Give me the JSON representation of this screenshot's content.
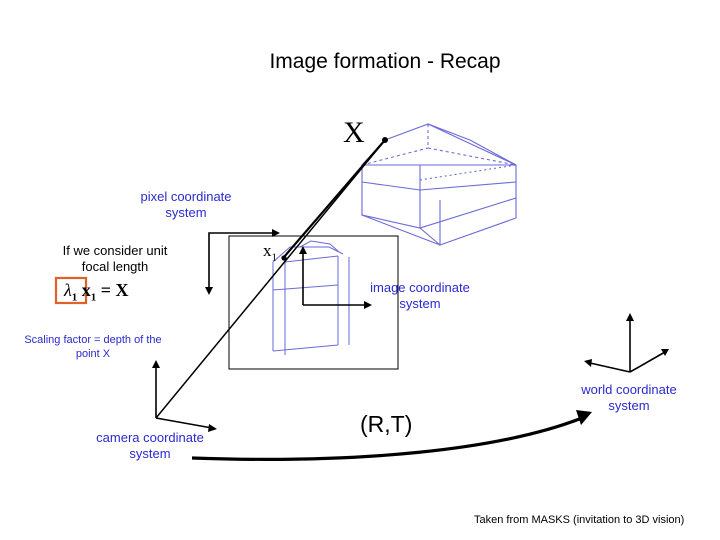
{
  "title": "Image formation - Recap",
  "labels": {
    "pixel_coord": [
      "pixel coordinate",
      "system"
    ],
    "focal": [
      "If we consider unit",
      "focal length"
    ],
    "image_coord": [
      "image coordinate",
      "system"
    ],
    "scaling": [
      "Scaling factor = depth of the",
      "point X"
    ],
    "camera_coord": [
      "camera coordinate",
      "system"
    ],
    "world_coord": [
      "world coordinate",
      "system"
    ],
    "transform": "(R,T)",
    "credit": "Taken from MASKS (invitation to 3D vision)"
  },
  "math": {
    "world_point": "X",
    "image_point": "x",
    "image_point_sub": "1",
    "equation_lambda": "λ",
    "equation_lambda_sub": "1",
    "equation_x": "x",
    "equation_x_sub": "1",
    "equation_rhs": "= X"
  },
  "colors": {
    "text": "#000000",
    "wire_blue": "#6a6ad8",
    "highlight_box": "#e0602a",
    "label_blue": "#2a2ad0"
  }
}
